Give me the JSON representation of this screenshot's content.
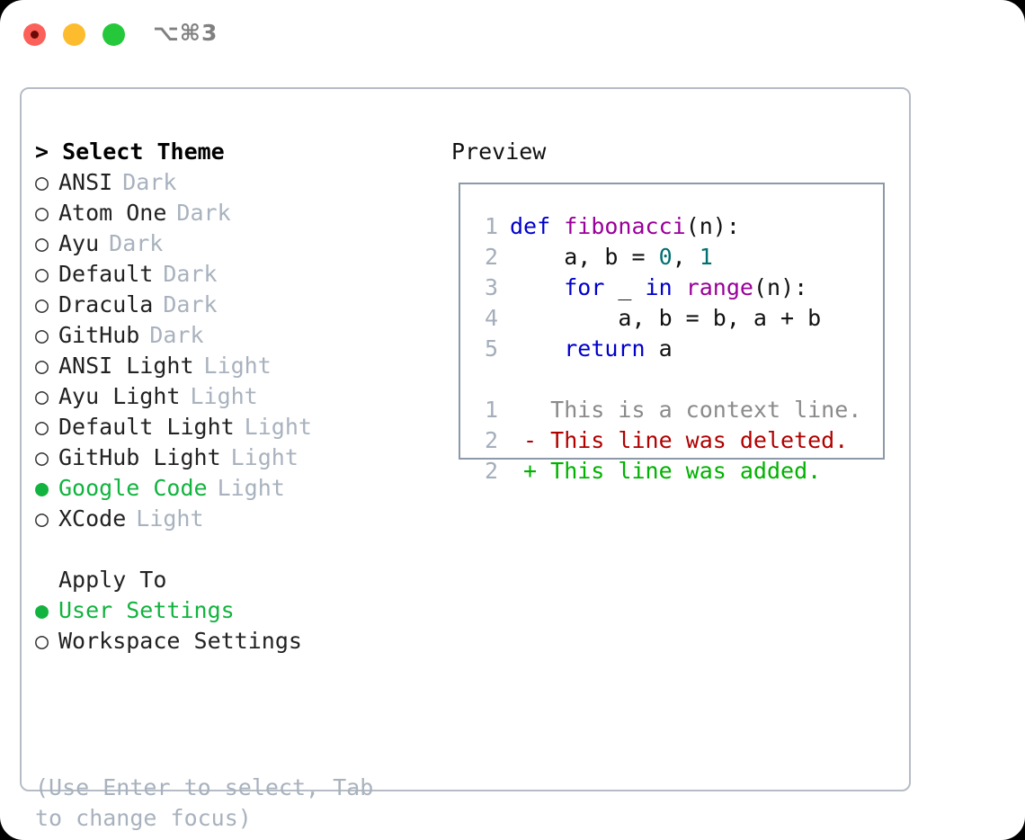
{
  "window": {
    "shortcut": "⌥⌘3",
    "traffic_lights": [
      "close-red",
      "minimize-amber",
      "zoom-green"
    ]
  },
  "chooser": {
    "prompt": "> Select Theme",
    "prompt_marker": ">",
    "bullet_selected": "●",
    "bullet_unselected": "○",
    "themes": [
      {
        "name": "ANSI",
        "variant": "Dark",
        "selected": false
      },
      {
        "name": "Atom One",
        "variant": "Dark",
        "selected": false
      },
      {
        "name": "Ayu",
        "variant": "Dark",
        "selected": false
      },
      {
        "name": "Default",
        "variant": "Dark",
        "selected": false
      },
      {
        "name": "Dracula",
        "variant": "Dark",
        "selected": false
      },
      {
        "name": "GitHub",
        "variant": "Dark",
        "selected": false
      },
      {
        "name": "ANSI Light",
        "variant": "Light",
        "selected": false
      },
      {
        "name": "Ayu Light",
        "variant": "Light",
        "selected": false
      },
      {
        "name": "Default Light",
        "variant": "Light",
        "selected": false
      },
      {
        "name": "GitHub Light",
        "variant": "Light",
        "selected": false
      },
      {
        "name": "Google Code",
        "variant": "Light",
        "selected": true
      },
      {
        "name": "XCode",
        "variant": "Light",
        "selected": false
      }
    ],
    "apply_to": {
      "heading": "Apply To",
      "options": [
        {
          "name": "User Settings",
          "selected": true
        },
        {
          "name": "Workspace Settings",
          "selected": false
        }
      ]
    },
    "hint": "(Use Enter to select, Tab to change focus)"
  },
  "preview": {
    "title": "Preview",
    "code_lines": [
      {
        "num": "1",
        "tokens": [
          {
            "t": "def ",
            "c": "kw"
          },
          {
            "t": "fibonacci",
            "c": "fn"
          },
          {
            "t": "(n):",
            "c": "pl"
          }
        ]
      },
      {
        "num": "2",
        "tokens": [
          {
            "t": "    a, b = ",
            "c": "pl"
          },
          {
            "t": "0",
            "c": "num"
          },
          {
            "t": ", ",
            "c": "pl"
          },
          {
            "t": "1",
            "c": "num"
          }
        ]
      },
      {
        "num": "3",
        "tokens": [
          {
            "t": "    ",
            "c": "pl"
          },
          {
            "t": "for",
            "c": "kw"
          },
          {
            "t": " _ ",
            "c": "pl"
          },
          {
            "t": "in",
            "c": "kw"
          },
          {
            "t": " ",
            "c": "pl"
          },
          {
            "t": "range",
            "c": "fn"
          },
          {
            "t": "(n):",
            "c": "pl"
          }
        ]
      },
      {
        "num": "4",
        "tokens": [
          {
            "t": "        a, b = b, a + b",
            "c": "pl"
          }
        ]
      },
      {
        "num": "5",
        "tokens": [
          {
            "t": "    ",
            "c": "pl"
          },
          {
            "t": "return",
            "c": "kw"
          },
          {
            "t": " a",
            "c": "pl"
          }
        ]
      }
    ],
    "diff_lines": [
      {
        "num": "1",
        "sign": " ",
        "text": "This is a context line.",
        "kind": "ctx"
      },
      {
        "num": "2",
        "sign": "-",
        "text": "This line was deleted.",
        "kind": "del"
      },
      {
        "num": "2",
        "sign": "+",
        "text": "This line was added.",
        "kind": "add"
      }
    ]
  },
  "colors": {
    "accent_green": "#12b33f",
    "muted": "#a8b2be",
    "keyword": "#0000cc",
    "function": "#990099",
    "number": "#007070",
    "diff_added": "#00b200",
    "diff_deleted": "#b00000",
    "panel_border": "#b6bcc6",
    "preview_border": "#8c99a8"
  }
}
